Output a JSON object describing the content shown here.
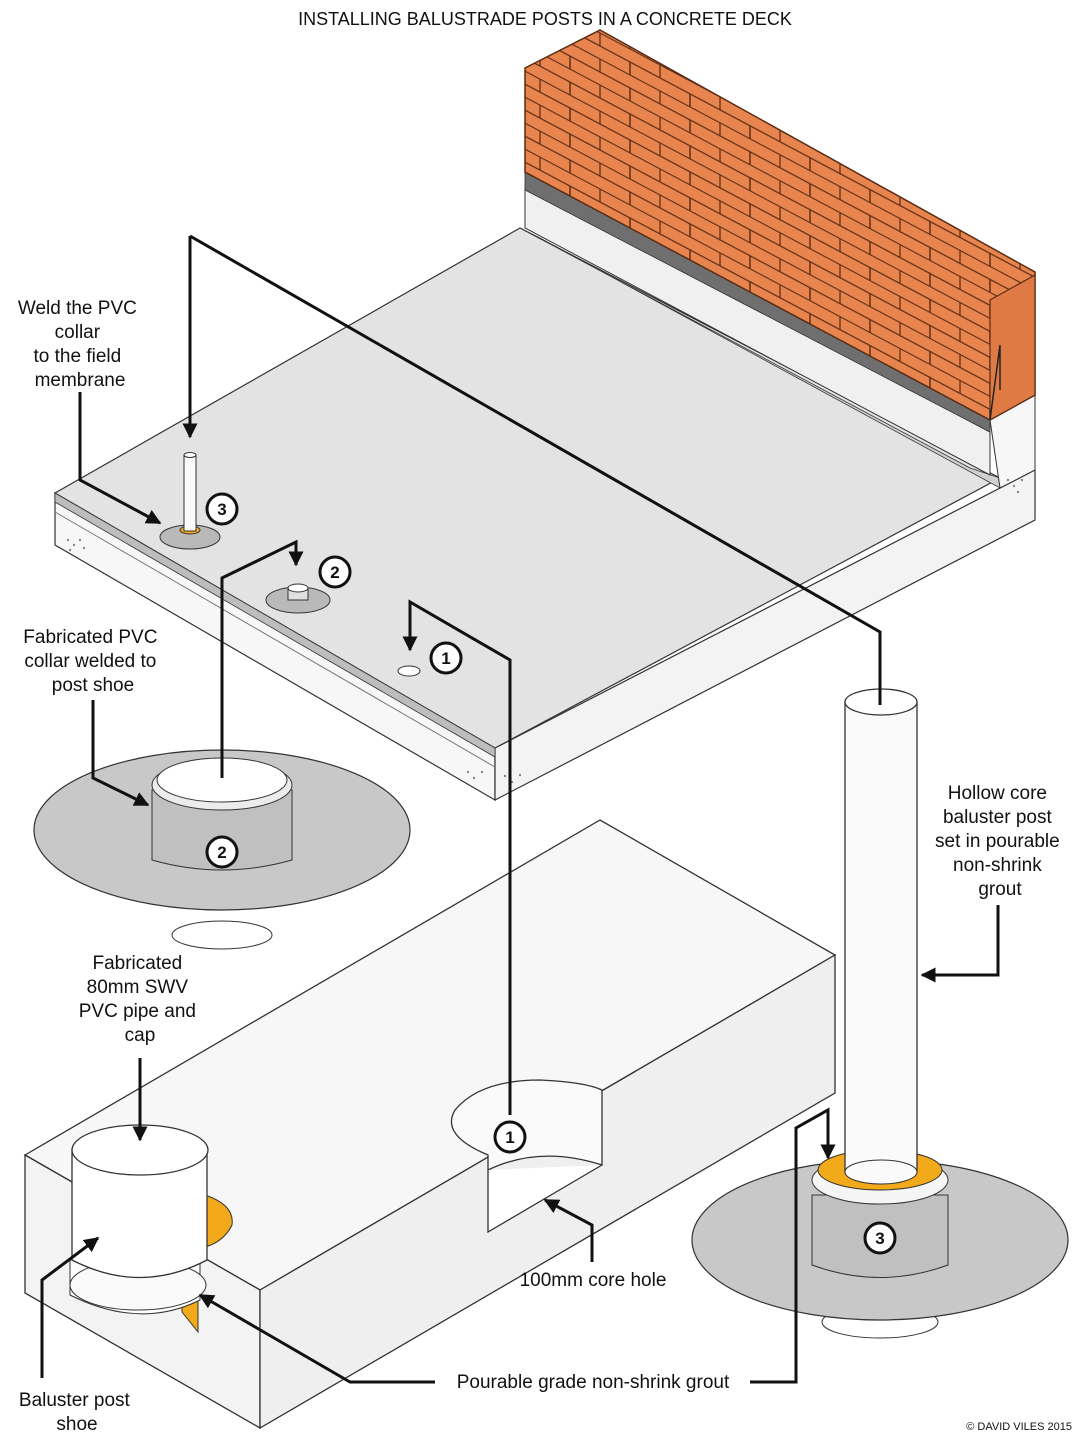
{
  "title": "INSTALLING BALUSTRADE POSTS IN A CONCRETE DECK",
  "labels": {
    "weld_collar": [
      "Weld the PVC",
      "collar",
      "to the field",
      "membrane"
    ],
    "fabricated_collar": [
      "Fabricated PVC",
      "collar welded to",
      "post shoe"
    ],
    "hollow_core": [
      "Hollow core",
      "baluster post",
      "set in pourable",
      "non-shrink",
      "grout"
    ],
    "fabricated_pipe": [
      "Fabricated",
      "80mm SWV",
      "PVC pipe and",
      "cap"
    ],
    "core_hole": "100mm core hole",
    "grout": "Pourable grade non-shrink grout",
    "post_shoe": [
      "Baluster post",
      "shoe"
    ]
  },
  "steps": [
    "1",
    "2",
    "3"
  ],
  "copyright": "© DAVID VILES 2015",
  "colors": {
    "brick": "#e8844e",
    "membrane": "#e3e3e3",
    "collar": "#c8c8c8",
    "grout": "#f2aa1a",
    "concrete": "#f7f7f7",
    "line": "#111111"
  }
}
